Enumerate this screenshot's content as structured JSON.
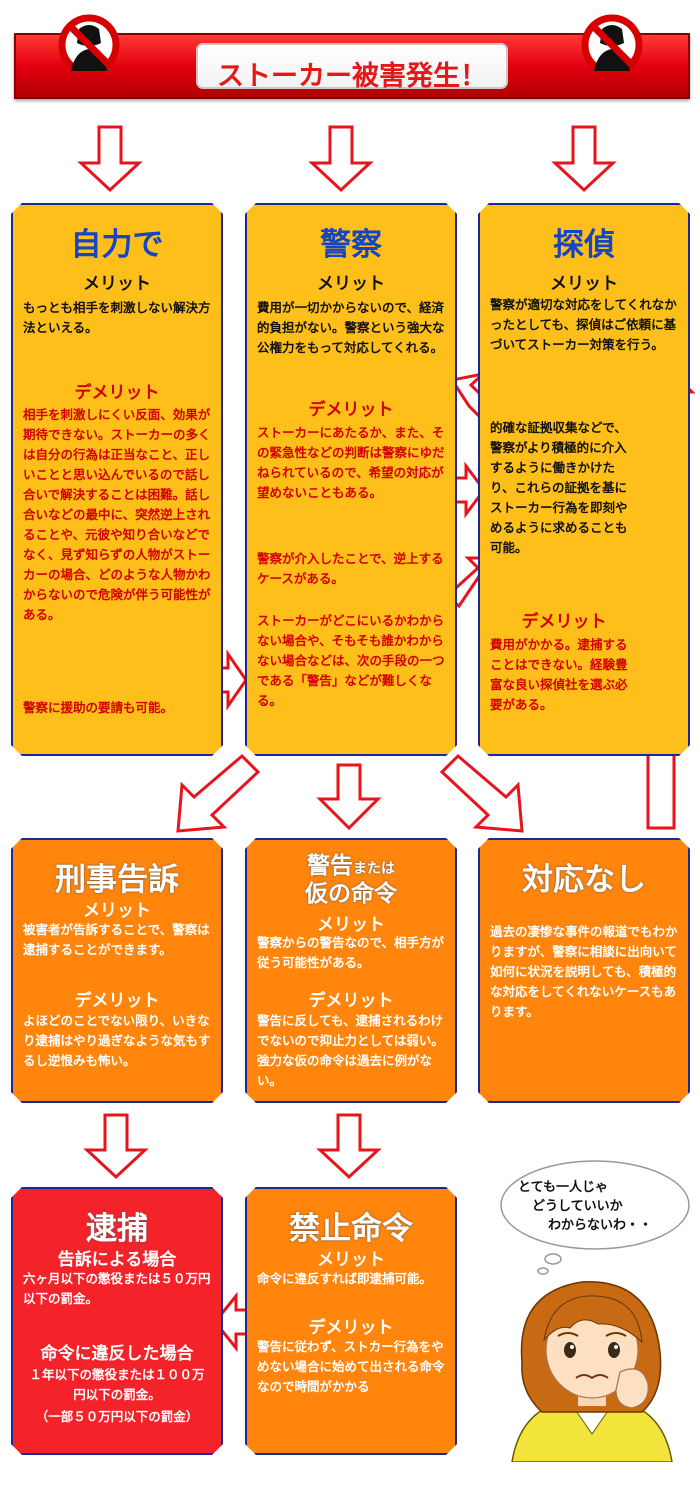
{
  "banner": {
    "title": "ストーカー被害発生！"
  },
  "self": {
    "title": "自力で",
    "merit_label": "メリット",
    "merit_text": "もっとも相手を刺激しない解決方法といえる。",
    "demerit_label": "デメリット",
    "demerit_text": "相手を刺激しにくい反面、効果が期待できない。ストーカーの多くは自分の行為は正当なこと、正しいことと思い込んでいるので話し合いで解決することは困難。話し合いなどの最中に、突然逆上されることや、元彼や知り合いなどでなく、見ず知らずの人物がストーカーの場合、どのような人物かわからないので危険が伴う可能性がある。",
    "note": "警察に援助の要請も可能。"
  },
  "police": {
    "title": "警察",
    "merit_label": "メリット",
    "merit_text": "費用が一切かからないので、経済的負担がない。警察という強大な公権力をもって対応してくれる。",
    "demerit_label": "デメリット",
    "demerit_text_1": "ストーカーにあたるか、また、その緊急性などの判断は警察にゆだねられているので、希望の対応が望めないこともある。",
    "demerit_text_2": "警察が介入したことで、逆上するケースがある。",
    "demerit_text_3": "ストーカーがどこにいるかわからない場合や、そもそも誰かわからない場合などは、次の手段の一つである「警告」などが難しくなる。"
  },
  "detective": {
    "title": "探偵",
    "merit_label": "メリット",
    "merit_text_1": "警察が適切な対応をしてくれなかったとしても、探偵はご依頼に基づいてストーカー対策を行う。",
    "merit_text_2": "的確な証拠収集などで、警察がより積極的に介入するように働きかけたり、これらの証拠を基にストーカー行為を即刻やめるように求めることも可能。",
    "demerit_label": "デメリット",
    "demerit_text": "費用がかかる。逮捕することはできない。経験豊富な良い探偵社を選ぶ必要がある。"
  },
  "complaint": {
    "title": "刑事告訴",
    "merit_label": "メリット",
    "merit_text": "被害者が告訴することで、警察は逮捕することができます。",
    "demerit_label": "デメリット",
    "demerit_text": "よほどのことでない限り、いきなり逮捕はやり過ぎなような気もするし逆恨みも怖い。"
  },
  "warning": {
    "title_1": "警告",
    "title_small": "または",
    "title_2": "仮の命令",
    "merit_label": "メリット",
    "merit_text": "警察からの警告なので、相手方が従う可能性がある。",
    "demerit_label": "デメリット",
    "demerit_text": "警告に反しても、逮捕されるわけでないので抑止力としては弱い。強力な仮の命令は過去に例がない。"
  },
  "none": {
    "title": "対応なし",
    "text": "過去の凄惨な事件の報道でもわかりますが、警察に相談に出向いて如何に状況を説明しても、積極的な対応をしてくれないケースもあります。"
  },
  "arrest": {
    "title": "逮捕",
    "case1_label": "告訴による場合",
    "case1_text": "六ヶ月以下の懲役または５０万円以下の罰金。",
    "case2_label": "命令に違反した場合",
    "case2_text": "１年以下の懲役または１００万円以下の罰金。",
    "case2_note": "（一部５０万円以下の罰金）"
  },
  "prohibition": {
    "title": "禁止命令",
    "merit_label": "メリット",
    "merit_text": "命令に違反すれば即逮捕可能。",
    "demerit_label": "デメリット",
    "demerit_text": "警告に従わず、ストカー行為をやめない場合に始めて出される命令なので時間がかかる"
  },
  "bubble": {
    "line1": "とても一人じゃ",
    "line2": "どうしていいか",
    "line3": "わからないわ・・"
  },
  "colors": {
    "yellow_box": "#ffbf1a",
    "orange_box": "#ff850d",
    "red_box": "#f4232a",
    "title_blue": "#1544c4",
    "demerit_red": "#d40000",
    "arrow_red": "#e8141c"
  }
}
